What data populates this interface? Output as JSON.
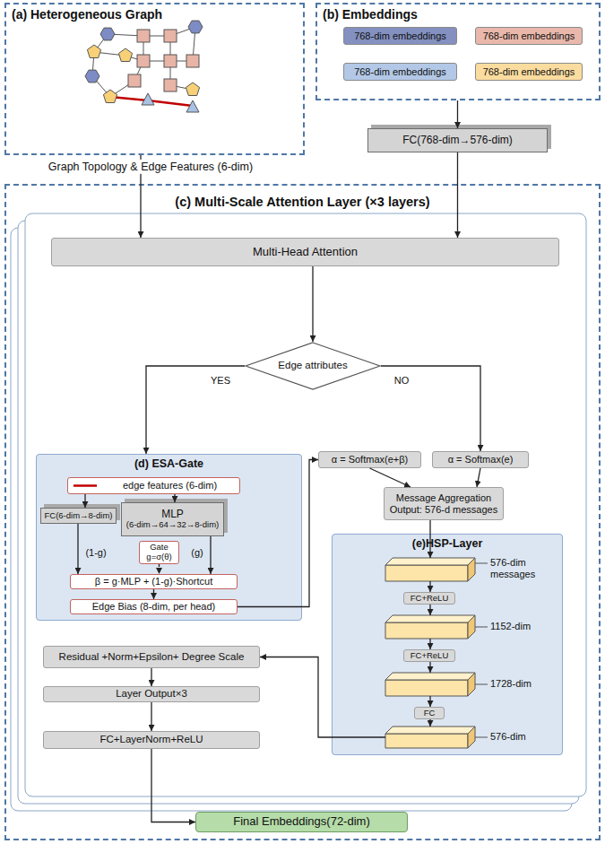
{
  "diagram": {
    "nodes": [
      {
        "text": [
          "(a) Heterogeneous Graph"
        ]
      },
      {
        "text": [
          "(b) Embeddings"
        ]
      },
      {
        "text": [
          "768-dim embeddings"
        ],
        "in": 1
      },
      {
        "text": [
          "768-dim embeddings"
        ],
        "in": 1
      },
      {
        "text": [
          "768-dim embeddings"
        ],
        "in": 1
      },
      {
        "text": [
          "768-dim embeddings"
        ],
        "in": 1
      },
      {
        "text": [
          "FC(768-dim→576-dim)"
        ]
      },
      {
        "text": [
          "(c) Multi-Scale Attention Layer (×3 layers)"
        ]
      },
      {
        "text": [
          "Multi-Head Attention"
        ],
        "in": 7
      },
      {
        "text": [
          "Edge attributes"
        ],
        "in": 7
      },
      {
        "text": [
          "(d) ESA-Gate"
        ],
        "in": 7
      },
      {
        "text": [
          "edge features (6-dim)"
        ],
        "in": 10
      },
      {
        "text": [
          "FC(6-dim→8-dim)"
        ],
        "in": 10
      },
      {
        "text": [
          "MLP",
          "(6-dim→64→32→8-dim)"
        ],
        "in": 10
      },
      {
        "text": [
          "Gate g=σ(θ)"
        ],
        "in": 10
      },
      {
        "text": [
          "β = g·MLP + (1-g)·Shortcut"
        ],
        "in": 10
      },
      {
        "text": [
          "Edge Bias (8-dim, per head)"
        ],
        "in": 10
      },
      {
        "text": [
          "α = Softmax(e+β)"
        ],
        "in": 7
      },
      {
        "text": [
          "α = Softmax(e)"
        ],
        "in": 7
      },
      {
        "text": [
          "Message Aggregation",
          "Output: 576-d messages"
        ],
        "in": 7
      },
      {
        "text": [
          "(e)HSP-Layer"
        ],
        "in": 7
      },
      {
        "text": [
          "576-dim messages"
        ],
        "in": 20
      },
      {
        "text": [
          "FC+ReLU"
        ],
        "in": 20
      },
      {
        "text": [
          "1152-dim"
        ],
        "in": 20
      },
      {
        "text": [
          "FC+ReLU"
        ],
        "in": 20
      },
      {
        "text": [
          "1728-dim"
        ],
        "in": 20
      },
      {
        "text": [
          "FC"
        ],
        "in": 20
      },
      {
        "text": [
          "576-dim"
        ],
        "in": 20
      },
      {
        "text": [
          "Residual +Norm+Epsilon+ Degree Scale"
        ],
        "in": 7
      },
      {
        "text": [
          "Layer Output×3"
        ],
        "in": 7
      },
      {
        "text": [
          "FC+LayerNorm+ReLU"
        ],
        "in": 7
      },
      {
        "text": [
          "Final Embeddings(72-dim)"
        ],
        "in": 7
      }
    ],
    "edges": [
      {
        "from": 0,
        "to": 8,
        "arrow": "to",
        "label": "Graph Topology & Edge Features (6-dim)"
      },
      {
        "from": 1,
        "to": 6,
        "arrow": "to"
      },
      {
        "from": 6,
        "to": 8,
        "arrow": "to"
      },
      {
        "from": 8,
        "to": 9,
        "arrow": "to"
      },
      {
        "from": 9,
        "to": 10,
        "arrow": "to",
        "label": "YES"
      },
      {
        "from": 9,
        "to": 18,
        "arrow": "to",
        "label": "NO"
      },
      {
        "from": 11,
        "to": 12,
        "arrow": "to"
      },
      {
        "from": 11,
        "to": 13,
        "arrow": "to"
      },
      {
        "from": 12,
        "to": 15,
        "arrow": "to",
        "label": "(1-g)"
      },
      {
        "from": 13,
        "to": 15,
        "arrow": "to",
        "label": "(g)"
      },
      {
        "from": 14,
        "to": 15,
        "arrow": "to"
      },
      {
        "from": 15,
        "to": 16,
        "arrow": "to"
      },
      {
        "from": 16,
        "to": 17,
        "arrow": "to"
      },
      {
        "from": 17,
        "to": 19,
        "arrow": "to"
      },
      {
        "from": 18,
        "to": 19,
        "arrow": "to"
      },
      {
        "from": 19,
        "to": 21,
        "arrow": "to"
      },
      {
        "from": 21,
        "to": 22,
        "arrow": "to"
      },
      {
        "from": 22,
        "to": 23,
        "arrow": "to"
      },
      {
        "from": 23,
        "to": 24,
        "arrow": "to"
      },
      {
        "from": 24,
        "to": 25,
        "arrow": "to"
      },
      {
        "from": 25,
        "to": 26,
        "arrow": "to"
      },
      {
        "from": 26,
        "to": 27,
        "arrow": "to"
      },
      {
        "from": 27,
        "to": 28,
        "arrow": "to"
      },
      {
        "from": 28,
        "to": 29,
        "arrow": "to"
      },
      {
        "from": 29,
        "to": 30,
        "arrow": "to"
      },
      {
        "from": 30,
        "to": 31,
        "arrow": "to"
      }
    ]
  }
}
